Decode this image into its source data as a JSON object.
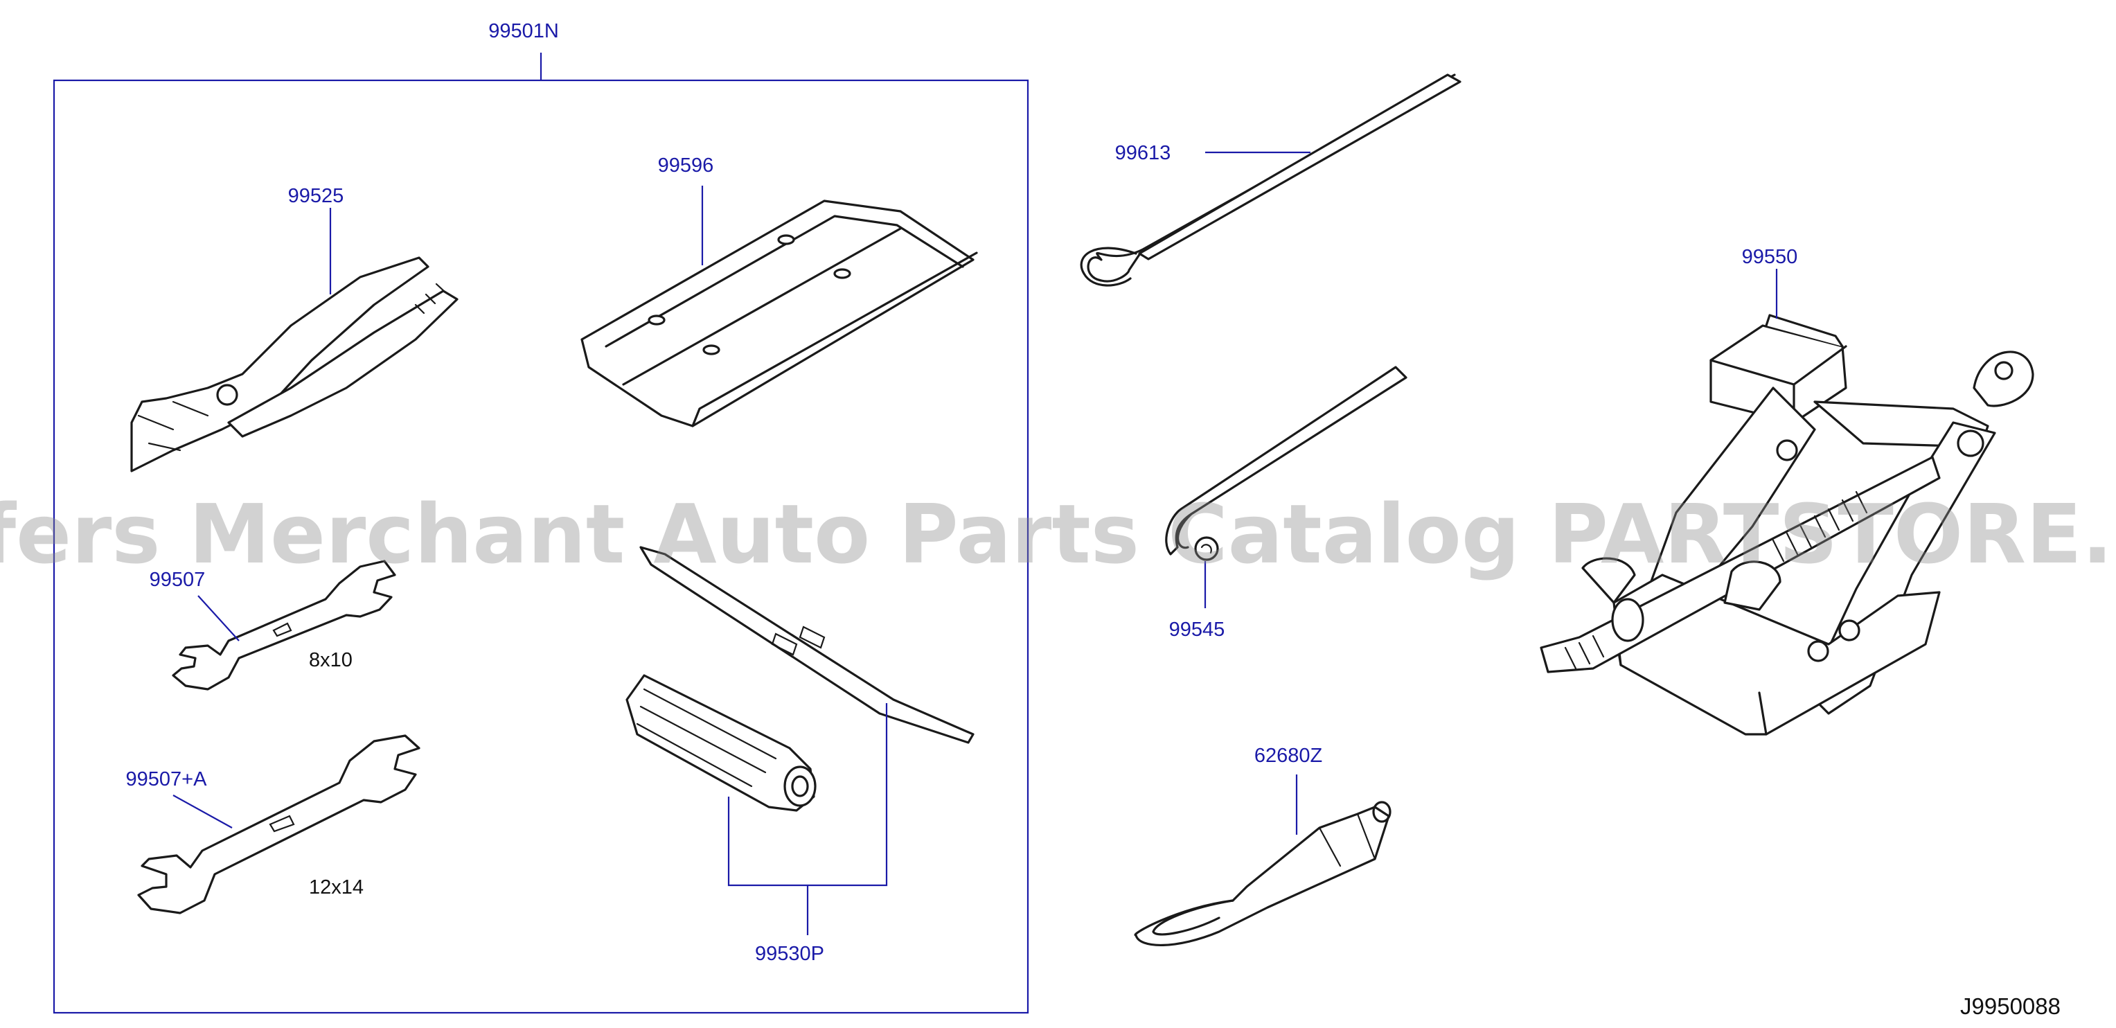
{
  "diagram_id": "J9950088",
  "watermark": "Offers Merchant Auto Parts Catalog PARTSTORE.SA",
  "parts": {
    "tool_kit": "99501N",
    "pliers": "99525",
    "tool_bag": "99596",
    "wrench_small": "99507",
    "wrench_small_size": "8x10",
    "wrench_large": "99507+A",
    "wrench_large_size": "12x14",
    "screwdriver": "99530P",
    "jack_rod": "99613",
    "jack": "99550",
    "jack_handle": "99545",
    "tow_hook": "62680Z"
  },
  "colors": {
    "callout": "#1a1aa8",
    "outline": "#1a1a1a",
    "watermark": "#8a8a8a"
  }
}
